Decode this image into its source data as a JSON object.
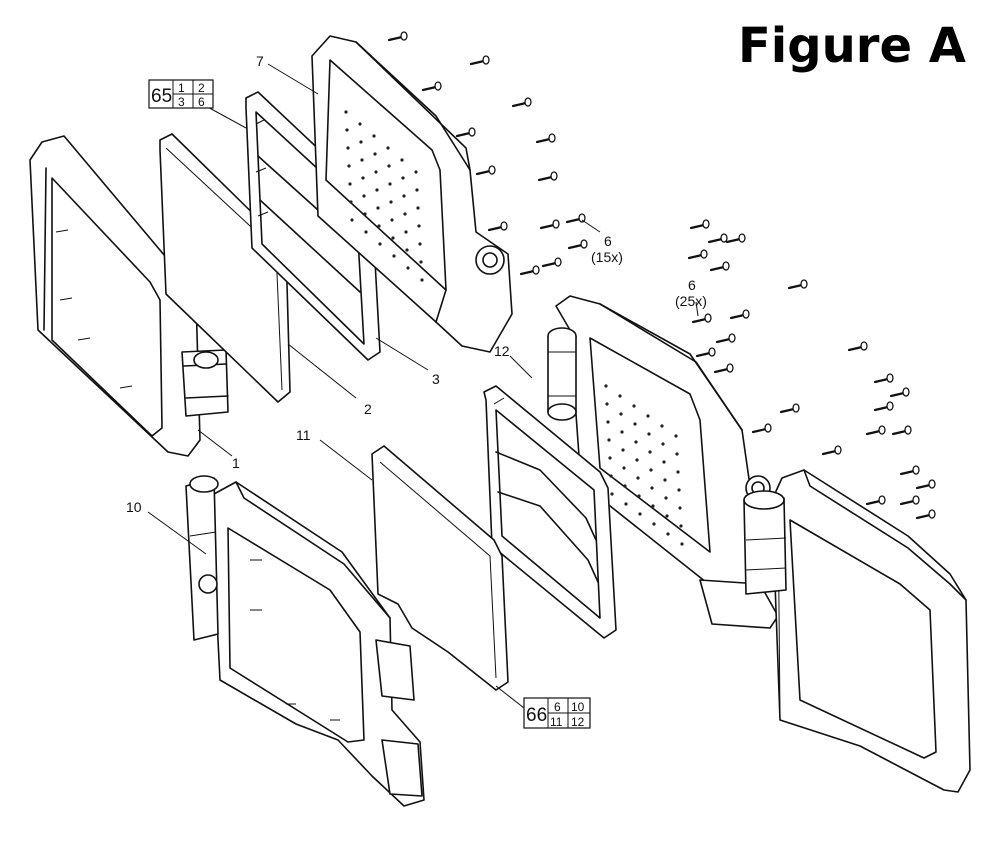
{
  "title": "Figure A",
  "callouts": {
    "p1": "1",
    "p2": "2",
    "p3": "3",
    "p6a": "6",
    "p6a_qty": "(15x)",
    "p6b": "6",
    "p6b_qty": "(25x)",
    "p7": "7",
    "p10": "10",
    "p11": "11",
    "p12": "12"
  },
  "kits": [
    {
      "number": "65",
      "parts": [
        "1",
        "2",
        "3",
        "6"
      ]
    },
    {
      "number": "66",
      "parts": [
        "6",
        "10",
        "11",
        "12"
      ]
    }
  ]
}
